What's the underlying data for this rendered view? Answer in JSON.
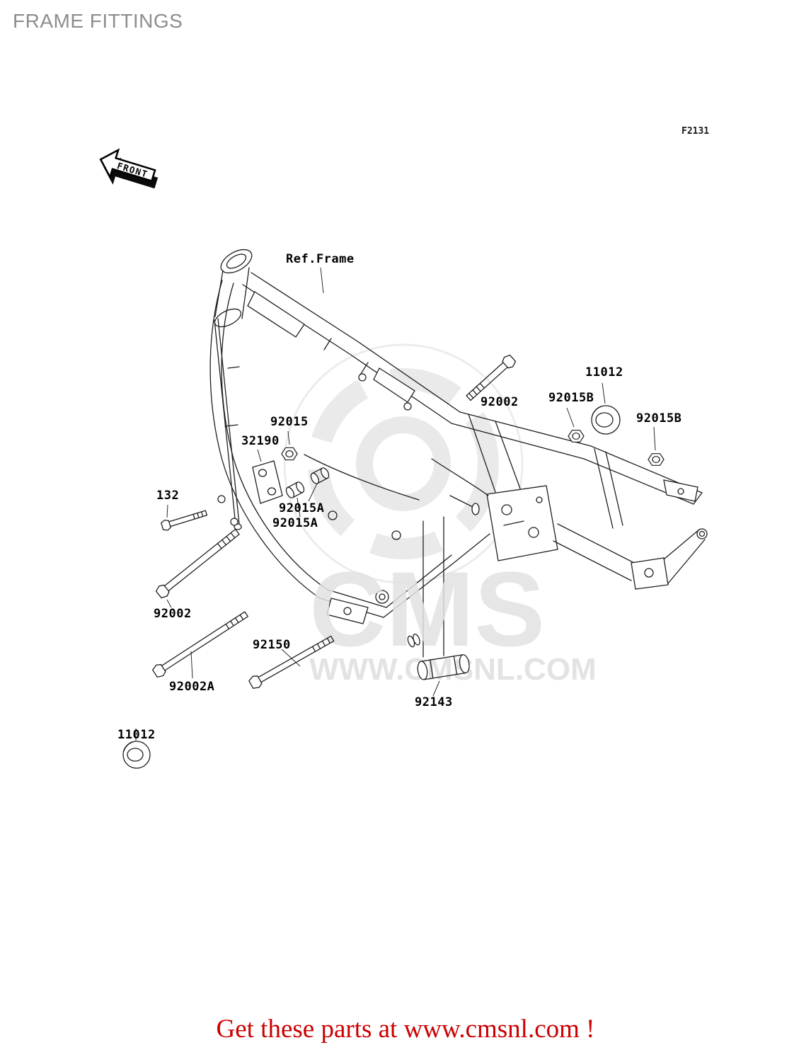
{
  "page": {
    "title": "FRAME FITTINGS",
    "figure_code": "F2131",
    "footer_text": "Get these parts at www.cmsnl.com !"
  },
  "colors": {
    "footer_red": "#cc0000",
    "title_gray": "#8d8d8d",
    "line_black": "#1f1f1f",
    "watermark_gray": "#e3e3e3"
  },
  "front_arrow": {
    "label": "FRONT"
  },
  "watermark": {
    "brand": "CMS",
    "url": "WWW.CMSNL.COM"
  },
  "diagram": {
    "ref_label": "Ref.Frame",
    "labels": [
      {
        "part": "92002",
        "text": "92002"
      },
      {
        "part": "11012",
        "text": "11012"
      },
      {
        "part": "92015B",
        "text": "92015B"
      },
      {
        "part": "92015B",
        "text": "92015B"
      },
      {
        "part": "92015",
        "text": "92015"
      },
      {
        "part": "32190",
        "text": "32190"
      },
      {
        "part": "132",
        "text": "132"
      },
      {
        "part": "92015A",
        "text": "92015A"
      },
      {
        "part": "92015A",
        "text": "92015A"
      },
      {
        "part": "92002",
        "text": "92002"
      },
      {
        "part": "92150",
        "text": "92150"
      },
      {
        "part": "92002A",
        "text": "92002A"
      },
      {
        "part": "92143",
        "text": "92143"
      },
      {
        "part": "11012",
        "text": "11012"
      }
    ]
  }
}
